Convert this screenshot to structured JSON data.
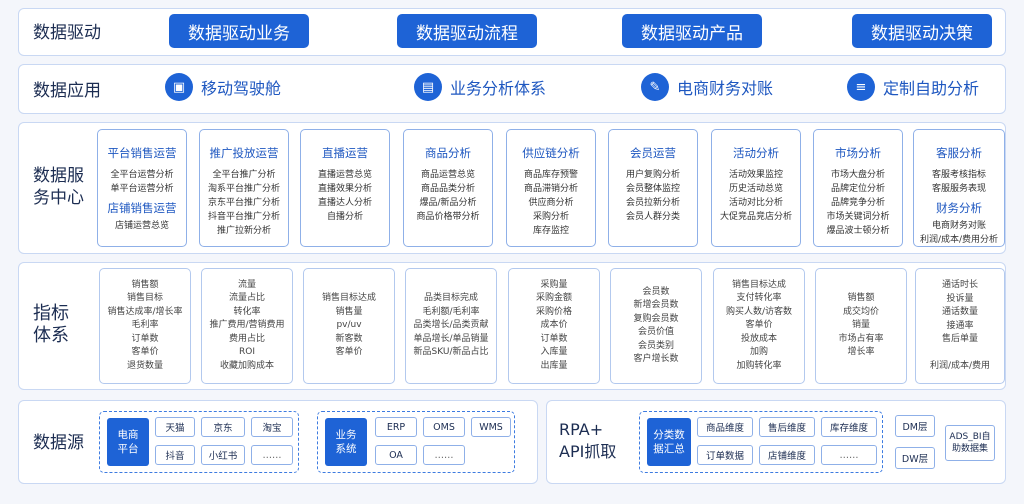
{
  "drive": {
    "title": "数据驱动",
    "items": [
      "数据驱动业务",
      "数据驱动流程",
      "数据驱动产品",
      "数据驱动决策"
    ]
  },
  "app": {
    "title": "数据应用",
    "items": [
      {
        "label": "移动驾驶舱",
        "icon": "mobile-dashboard-icon"
      },
      {
        "label": "业务分析体系",
        "icon": "clipboard-icon"
      },
      {
        "label": "电商财务对账",
        "icon": "invoice-icon"
      },
      {
        "label": "定制自助分析",
        "icon": "list-icon"
      }
    ]
  },
  "service": {
    "title": "数据服务中心",
    "title_line1": "数据服",
    "title_line2": "务中心",
    "cards": [
      {
        "title": "平台销售运营",
        "items": [
          "全平台运营分析",
          "单平台运营分析"
        ],
        "subtitle": "店铺销售运营",
        "sub_items": [
          "店铺运营总览"
        ]
      },
      {
        "title": "推广投放运营",
        "items": [
          "全平台推广分析",
          "淘系平台推广分析",
          "京东平台推广分析",
          "抖音平台推广分析",
          "推广拉新分析"
        ]
      },
      {
        "title": "直播运营",
        "items": [
          "直播运营总览",
          "直播效果分析",
          "直播达人分析",
          "自播分析"
        ]
      },
      {
        "title": "商品分析",
        "items": [
          "商品运营总览",
          "商品品类分析",
          "爆品/新品分析",
          "商品价格带分析"
        ]
      },
      {
        "title": "供应链分析",
        "items": [
          "商品库存预警",
          "商品滞销分析",
          "供应商分析",
          "采购分析",
          "库存监控"
        ]
      },
      {
        "title": "会员运营",
        "items": [
          "用户复购分析",
          "会员整体监控",
          "会员拉新分析",
          "会员人群分类"
        ]
      },
      {
        "title": "活动分析",
        "items": [
          "活动效果监控",
          "历史活动总览",
          "活动对比分析",
          "大促竞品竞店分析"
        ]
      },
      {
        "title": "市场分析",
        "items": [
          "市场大盘分析",
          "品牌定位分析",
          "品牌竞争分析",
          "市场关键词分析",
          "爆品波士顿分析"
        ]
      },
      {
        "title": "客服分析",
        "items": [
          "客服考核指标",
          "客服服务表现"
        ],
        "subtitle": "财务分析",
        "sub_items": [
          "电商财务对账",
          "利润/成本/费用分析"
        ]
      }
    ]
  },
  "metrics": {
    "title_line1": "指标",
    "title_line2": "体系",
    "cards": [
      [
        "销售额",
        "销售目标",
        "销售达成率/增长率",
        "毛利率",
        "订单数",
        "客单价",
        "退货数量"
      ],
      [
        "流量",
        "流量占比",
        "转化率",
        "推广费用/营销费用",
        "费用占比",
        "ROI",
        "收藏加购成本"
      ],
      [
        "销售目标达成",
        "销售量",
        "pv/uv",
        "新客数",
        "客单价"
      ],
      [
        "品类目标完成",
        "毛利额/毛利率",
        "品类增长/品类贡献",
        "单品增长/单品销量",
        "新品SKU/新品占比"
      ],
      [
        "采购量",
        "采购金额",
        "采购价格",
        "成本价",
        "订单数",
        "入库量",
        "出库量"
      ],
      [
        "会员数",
        "新增会员数",
        "复购会员数",
        "会员价值",
        "会员类别",
        "客户增长数"
      ],
      [
        "销售目标达成",
        "支付转化率",
        "购买人数/访客数",
        "客单价",
        "投放成本",
        "加购",
        "加购转化率"
      ],
      [
        "销售额",
        "成交均价",
        "销量",
        "市场占有率",
        "增长率"
      ],
      [
        "通话时长",
        "投诉量",
        "通话数量",
        "接通率",
        "售后单量",
        "",
        "利润/成本/费用"
      ]
    ]
  },
  "source": {
    "title": "数据源",
    "ecommerce": {
      "label_line1": "电商",
      "label_line2": "平台",
      "items": [
        "天猫",
        "京东",
        "淘宝",
        "抖音",
        "小红书",
        "……"
      ]
    },
    "business": {
      "label_line1": "业务",
      "label_line2": "系统",
      "items": [
        "ERP",
        "OMS",
        "WMS",
        "OA",
        "……"
      ]
    },
    "rpa": {
      "line1": "RPA+",
      "line2": "API抓取"
    },
    "summary": {
      "label_line1": "分类数",
      "label_line2": "据汇总",
      "items": [
        "商品维度",
        "售后维度",
        "库存维度",
        "订单数据",
        "店铺维度",
        "……"
      ]
    },
    "layers": [
      "DM层",
      "DW层"
    ],
    "ads": {
      "line1": "ADS_BI自",
      "line2": "助数据集"
    }
  },
  "colors": {
    "accent": "#1e63d6",
    "border": "#8fb0e8",
    "title": "#1c2d52"
  }
}
